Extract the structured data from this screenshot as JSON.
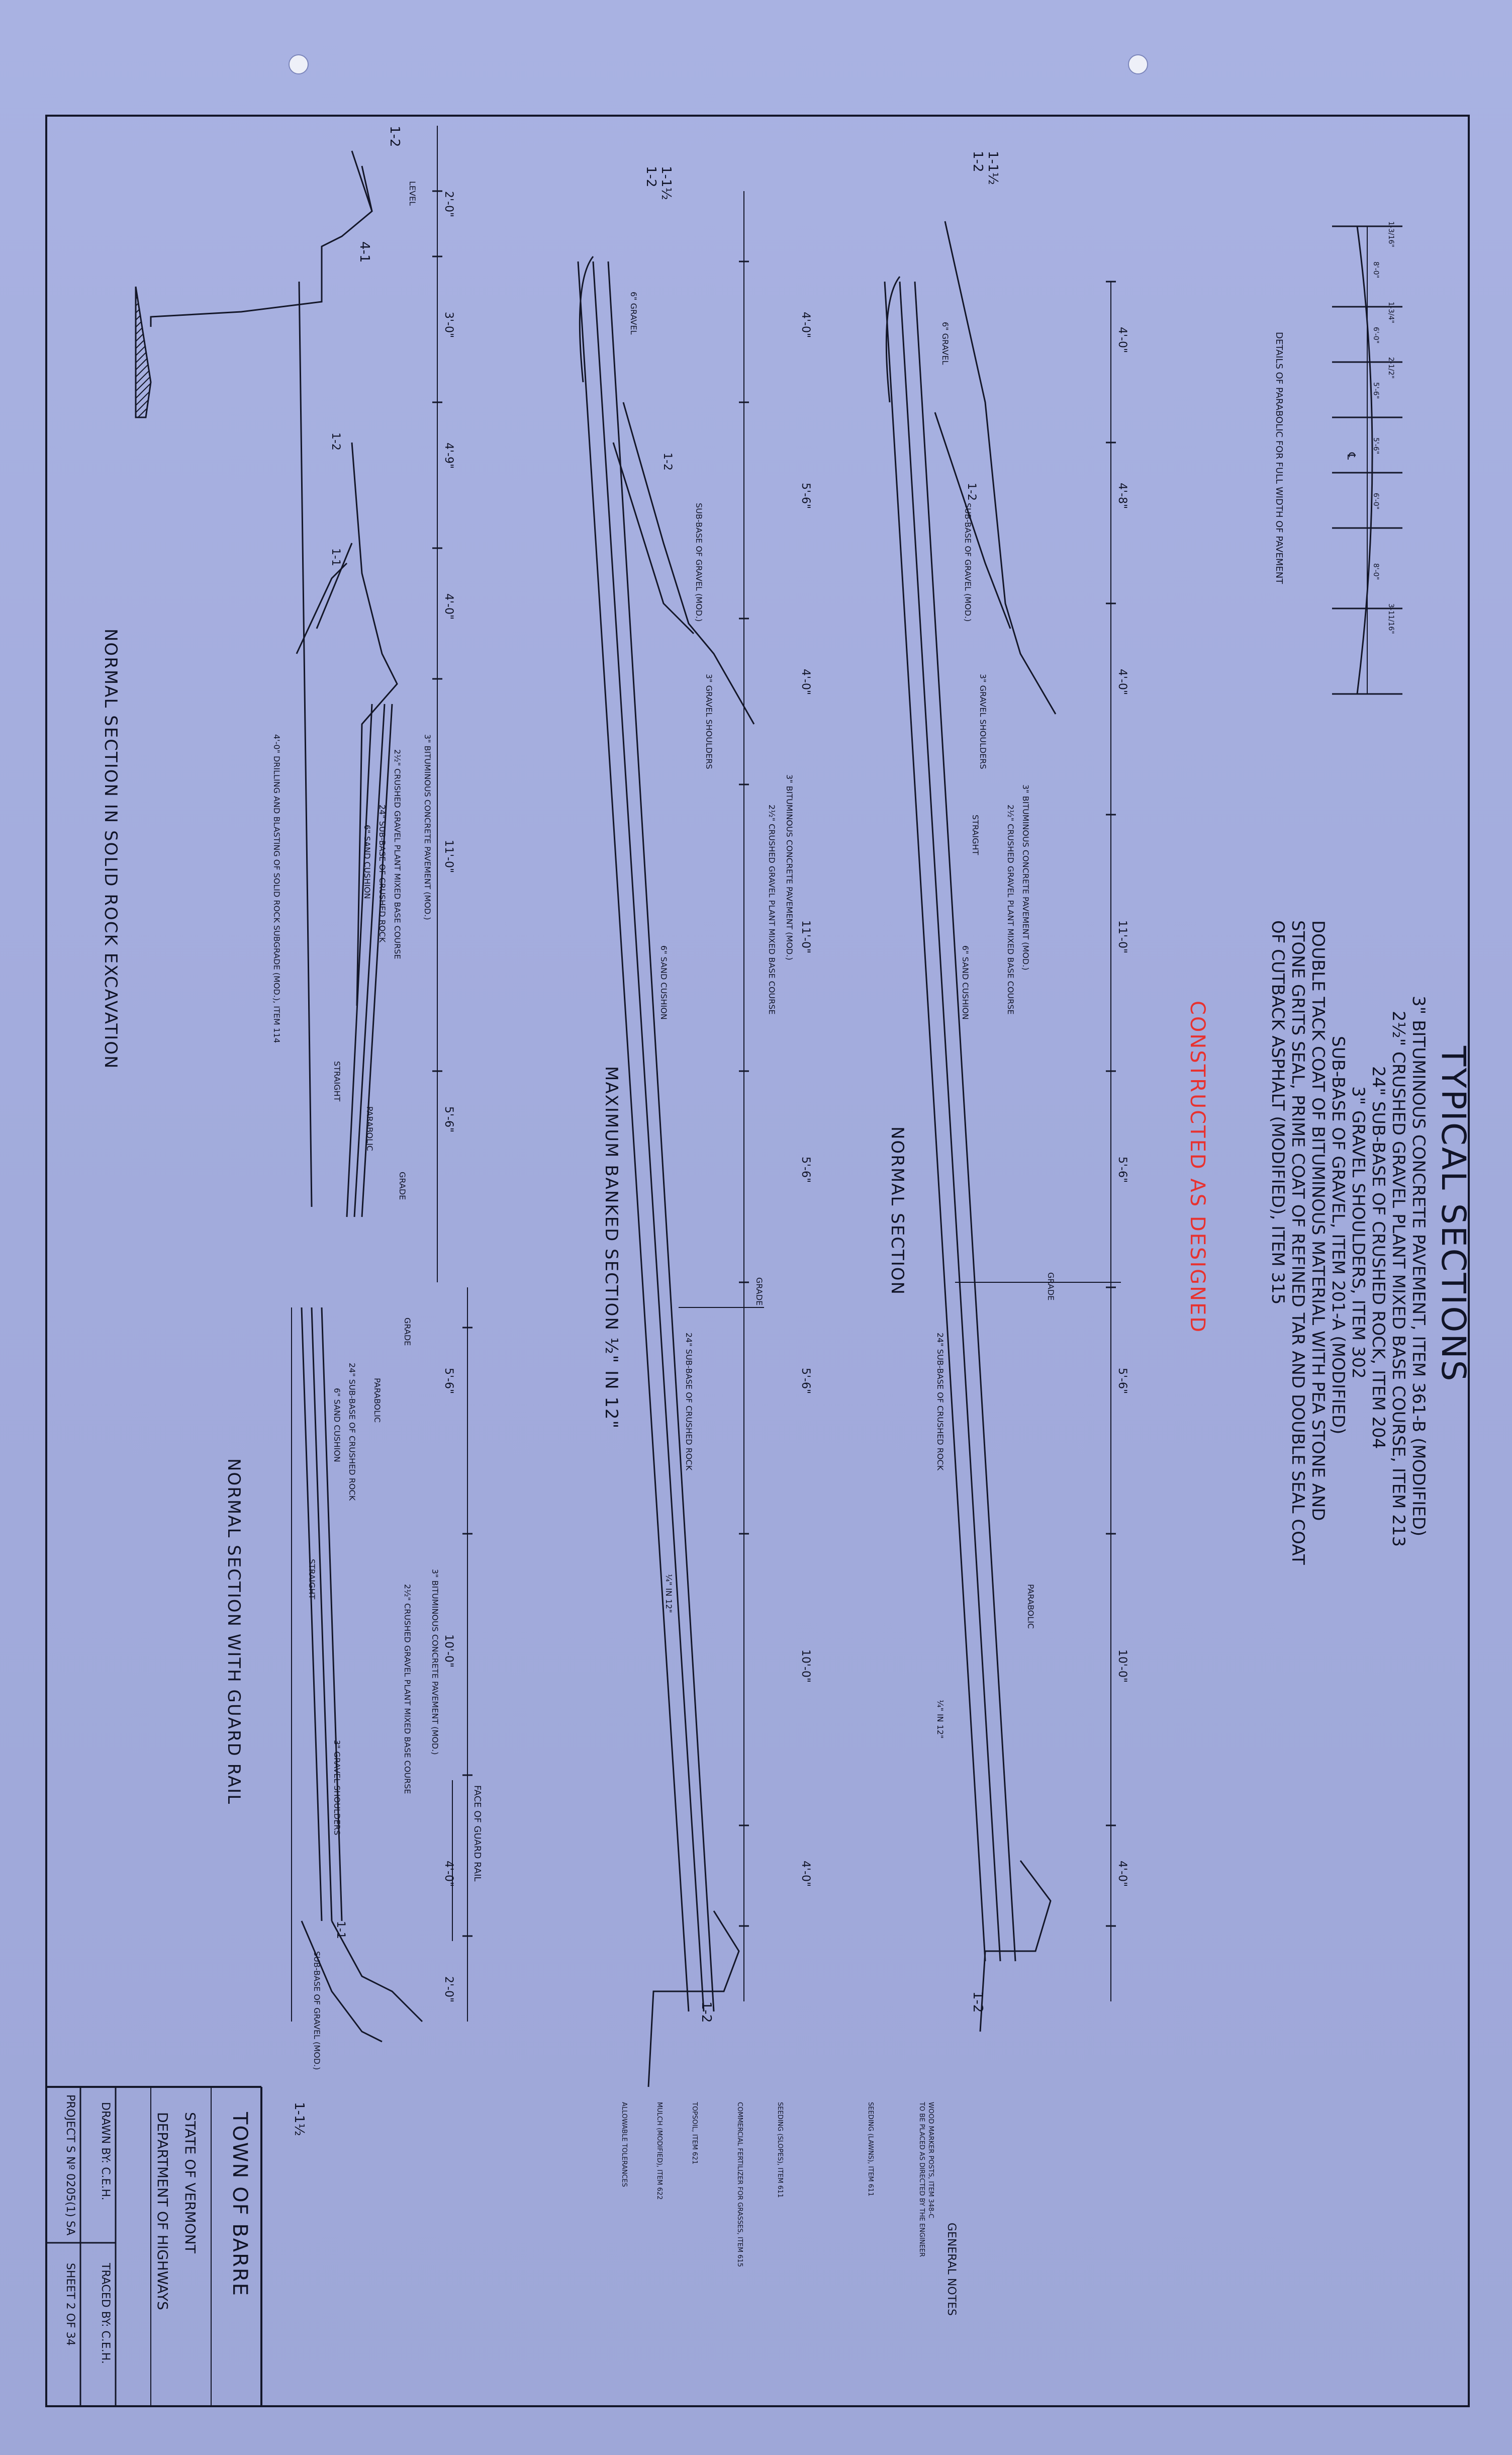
{
  "sheet": {
    "title": "TYPICAL SECTIONS",
    "spec_lines": [
      "3\" BITUMINOUS CONCRETE PAVEMENT, ITEM 361-B (MODIFIED)",
      "2½\" CRUSHED GRAVEL PLANT MIXED BASE COURSE, ITEM 213",
      "24\" SUB-BASE OF CRUSHED ROCK, ITEM 204",
      "3\" GRAVEL SHOULDERS, ITEM 302",
      "SUB-BASE OF GRAVEL, ITEM 201-A (MODIFIED)",
      "DOUBLE TACK COAT OF BITUMINOUS MATERIAL WITH PEA STONE AND",
      "STONE GRITS SEAL, PRIME COAT OF REFINED TAR AND DOUBLE SEAL COAT",
      "OF CUTBACK ASPHALT (MODIFIED), ITEM 315"
    ],
    "stamp": "CONSTRUCTED AS DESIGNED",
    "stamp_color": "#e8322f",
    "line_color": "#141729",
    "paper_color": "#a6afe0"
  },
  "parabolic_detail": {
    "caption": "DETAILS OF PARABOLIC FOR FULL WIDTH OF PAVEMENT",
    "ordinates": [
      "1-3/16\"",
      "1-3/4\"",
      "2-1/2\"",
      "3-11/16\""
    ],
    "spacings": [
      "8'-0\"",
      "6'-0\"",
      "5'-6\"",
      "5'-6\"",
      "6'-0\"",
      "8'-0\""
    ],
    "centerline": "℄"
  },
  "sections": [
    {
      "title": "NORMAL SECTION",
      "slopes": [
        "1-1½",
        "1-2",
        "1-2",
        "1-2"
      ],
      "dims": [
        "4'-0\"",
        "4'-8\"",
        "4'-0\"",
        "11'-0\"",
        "5'-6\"",
        "5'-6\"",
        "10'-0\"",
        "4'-0\""
      ],
      "labels": [
        "6\" GRAVEL",
        "SUB-BASE OF GRAVEL (MOD.)",
        "3\" GRAVEL SHOULDERS",
        "STRAIGHT",
        "2½\" CRUSHED GRAVEL PLANT MIXED BASE COURSE",
        "3\" BITUMINOUS CONCRETE PAVEMENT (MOD.)",
        "6\" SAND CUSHION",
        "GRADE",
        "24\" SUB-BASE OF CRUSHED ROCK",
        "PARABOLIC",
        "¼\" IN 12\""
      ]
    },
    {
      "title": "MAXIMUM BANKED SECTION ½\" IN 12\"",
      "slopes": [
        "1-1½",
        "1-2",
        "1-2",
        "1-2"
      ],
      "dims": [
        "4'-0\"",
        "5'-6\"",
        "4'-0\"",
        "11'-0\"",
        "5'-6\"",
        "5'-6\"",
        "10'-0\"",
        "4'-0\""
      ],
      "labels": [
        "6\" GRAVEL",
        "SUB-BASE OF GRAVEL (MOD.)",
        "3\" GRAVEL SHOULDERS",
        "3\" BITUMINOUS CONCRETE PAVEMENT (MOD.)",
        "2½\" CRUSHED GRAVEL PLANT MIXED BASE COURSE",
        "6\" SAND CUSHION",
        "GRADE",
        "24\" SUB-BASE OF CRUSHED ROCK",
        "¼\" IN 12\""
      ]
    },
    {
      "title": "NORMAL SECTION IN SOLID ROCK EXCAVATION",
      "slopes": [
        "1-2",
        "4-1",
        "1-2",
        "1-1"
      ],
      "dims": [
        "2'-0\"",
        "3'-0\"",
        "4'-9\"",
        "4'-0\"",
        "11'-0\"",
        "5'-6\""
      ],
      "labels": [
        "LEVEL",
        "3\" BITUMINOUS CONCRETE PAVEMENT (MOD.)",
        "2½\" CRUSHED GRAVEL PLANT MIXED BASE COURSE",
        "24\" SUB-BASE OF CRUSHED ROCK",
        "6\" SAND CUSHION",
        "STRAIGHT",
        "PARABOLIC",
        "GRADE",
        "4'-0\" DRILLING AND BLASTING OF SOLID ROCK SUBGRADE (MOD.), ITEM 114"
      ]
    },
    {
      "title": "NORMAL SECTION WITH GUARD RAIL",
      "slopes": [
        "1-1",
        "1-1½"
      ],
      "dims": [
        "5'-6\"",
        "10'-0\"",
        "4'-0\"",
        "2'-0\""
      ],
      "labels": [
        "GRADE",
        "PARABOLIC",
        "24\" SUB-BASE OF CRUSHED ROCK",
        "6\" SAND CUSHION",
        "3\" BITUMINOUS CONCRETE PAVEMENT (MOD.)",
        "2½\" CRUSHED GRAVEL PLANT MIXED BASE COURSE",
        "STRAIGHT",
        "3\" GRAVEL SHOULDERS",
        "FACE OF GUARD RAIL",
        "SUB-BASE OF GRAVEL (MOD.)"
      ]
    }
  ],
  "general_notes": {
    "heading": "GENERAL NOTES",
    "lines": [
      "WOOD MARKER POSTS, ITEM 348-C",
      "TO BE PLACED AS DIRECTED BY THE ENGINEER",
      "SEEDING (LAWNS), ITEM 611",
      "SEEDING (SLOPES), ITEM 611",
      "TOPSOIL, ITEM 621",
      "MULCH (MODIFIED), ITEM 622",
      "COMMERCIAL FERTILIZER FOR GRASSES, ITEM 615",
      "ALLOWABLE TOLERANCES"
    ]
  },
  "title_block": {
    "town": "TOWN OF BARRE",
    "state_line": "STATE OF VERMONT",
    "dept_line": "DEPARTMENT OF HIGHWAYS",
    "drawn": "DRAWN BY: C.E.H.",
    "traced": "TRACED BY: C.E.H.",
    "project": "PROJECT S Nº 0205(1) SA",
    "sheet": "SHEET 2 OF 34"
  }
}
